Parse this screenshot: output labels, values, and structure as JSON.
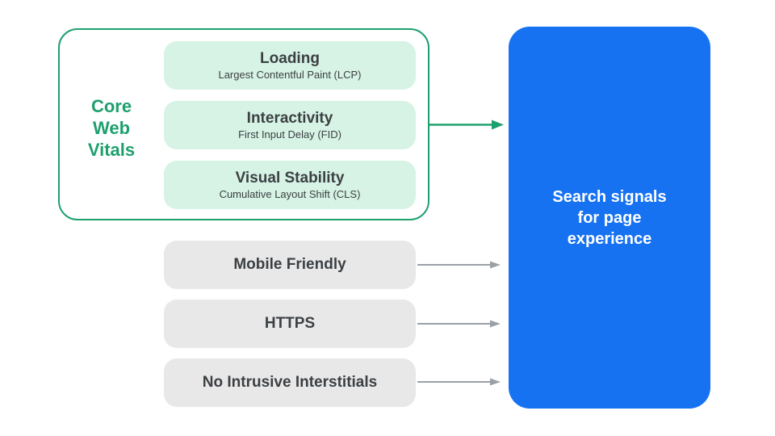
{
  "core_web_vitals": {
    "label": "Core\nWeb\nVitals",
    "items": [
      {
        "title": "Loading",
        "subtitle": "Largest Contentful Paint (LCP)"
      },
      {
        "title": "Interactivity",
        "subtitle": "First Input Delay (FID)"
      },
      {
        "title": "Visual Stability",
        "subtitle": "Cumulative Layout Shift (CLS)"
      }
    ]
  },
  "other_signals": [
    {
      "label": "Mobile Friendly"
    },
    {
      "label": "HTTPS"
    },
    {
      "label": "No Intrusive Interstitials"
    }
  ],
  "result": {
    "label": "Search signals\nfor page\nexperience"
  },
  "icons": {
    "green_arrow": "right-arrow",
    "gray_arrow": "right-arrow"
  },
  "colors": {
    "green": "#1EA06E",
    "green_light": "#D6F3E5",
    "gray_fill": "#E8E8E9",
    "text_dark": "#3C4043",
    "arrow_gray": "#9AA0A6",
    "blue": "#1772F2",
    "text_on_blue": "#FFFFFF",
    "background": "#FFFFFF"
  }
}
